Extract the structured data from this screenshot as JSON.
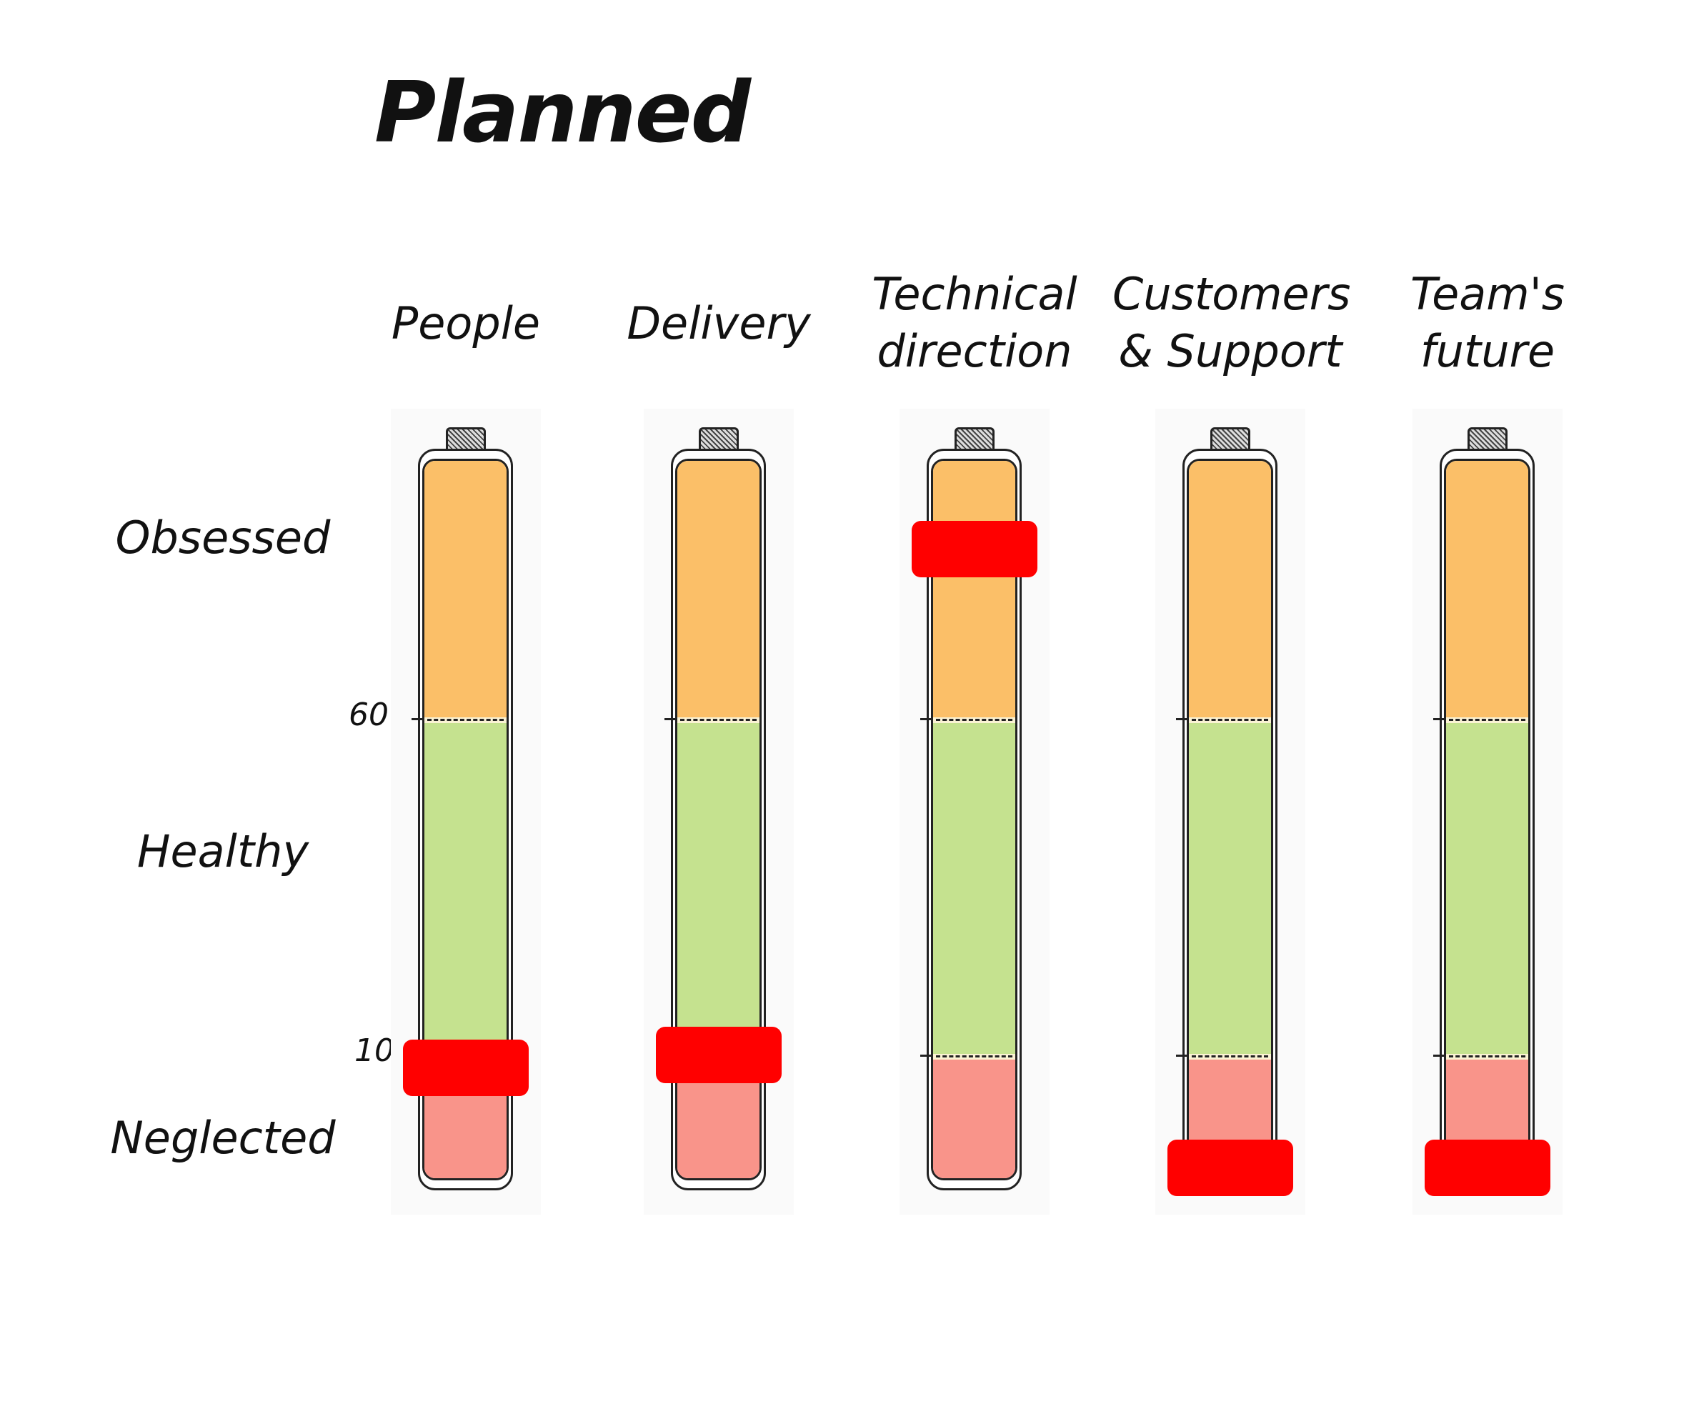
{
  "title": "Planned",
  "chart_data": {
    "type": "gauge-bars",
    "title": "Planned",
    "zones": [
      {
        "name": "Neglected",
        "range": [
          0,
          10
        ],
        "color": "#f9948a"
      },
      {
        "name": "Healthy",
        "range": [
          10,
          60
        ],
        "color": "#c5e28f"
      },
      {
        "name": "Obsessed",
        "range": [
          60,
          100
        ],
        "color": "#fbbf68"
      }
    ],
    "tick_labels": [
      "60",
      "10"
    ],
    "ticks": [
      60,
      10
    ],
    "marker_color": "#ff0000",
    "categories": [
      {
        "label": [
          "People"
        ],
        "value": 9
      },
      {
        "label": [
          "Delivery"
        ],
        "value": 10
      },
      {
        "label": [
          "Technical",
          "direction"
        ],
        "value": 86
      },
      {
        "label": [
          "Customers",
          "& Support"
        ],
        "value": 1
      },
      {
        "label": [
          "Team's",
          "future"
        ],
        "value": 1
      }
    ],
    "ylim": [
      0,
      100
    ]
  }
}
